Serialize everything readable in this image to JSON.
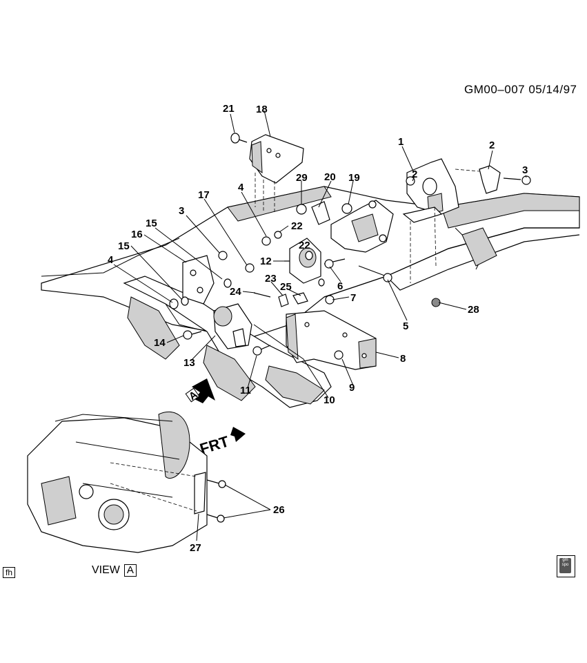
{
  "diagram_code": "GM00–007  05/14/97",
  "frt_label": "FRT",
  "view_label": "VIEW",
  "view_letter": "A",
  "arrow_letter": "A",
  "corner_tag": "fh",
  "spo_badge": {
    "line1": "gm",
    "line2": "spo"
  },
  "callouts": [
    {
      "id": "c1",
      "text": "1"
    },
    {
      "id": "c2a",
      "text": "2"
    },
    {
      "id": "c2b",
      "text": "2"
    },
    {
      "id": "c3a",
      "text": "3"
    },
    {
      "id": "c3b",
      "text": "3"
    },
    {
      "id": "c4a",
      "text": "4"
    },
    {
      "id": "c4b",
      "text": "4"
    },
    {
      "id": "c5",
      "text": "5"
    },
    {
      "id": "c6",
      "text": "6"
    },
    {
      "id": "c7",
      "text": "7"
    },
    {
      "id": "c8",
      "text": "8"
    },
    {
      "id": "c9",
      "text": "9"
    },
    {
      "id": "c10",
      "text": "10"
    },
    {
      "id": "c11",
      "text": "11"
    },
    {
      "id": "c12",
      "text": "12"
    },
    {
      "id": "c13",
      "text": "13"
    },
    {
      "id": "c14",
      "text": "14"
    },
    {
      "id": "c15a",
      "text": "15"
    },
    {
      "id": "c15b",
      "text": "15"
    },
    {
      "id": "c16",
      "text": "16"
    },
    {
      "id": "c17",
      "text": "17"
    },
    {
      "id": "c18",
      "text": "18"
    },
    {
      "id": "c19",
      "text": "19"
    },
    {
      "id": "c20",
      "text": "20"
    },
    {
      "id": "c21",
      "text": "21"
    },
    {
      "id": "c22a",
      "text": "22"
    },
    {
      "id": "c22b",
      "text": "22"
    },
    {
      "id": "c23",
      "text": "23"
    },
    {
      "id": "c24",
      "text": "24"
    },
    {
      "id": "c25",
      "text": "25"
    },
    {
      "id": "c26",
      "text": "26"
    },
    {
      "id": "c27",
      "text": "27"
    },
    {
      "id": "c28",
      "text": "28"
    },
    {
      "id": "c29",
      "text": "29"
    }
  ]
}
